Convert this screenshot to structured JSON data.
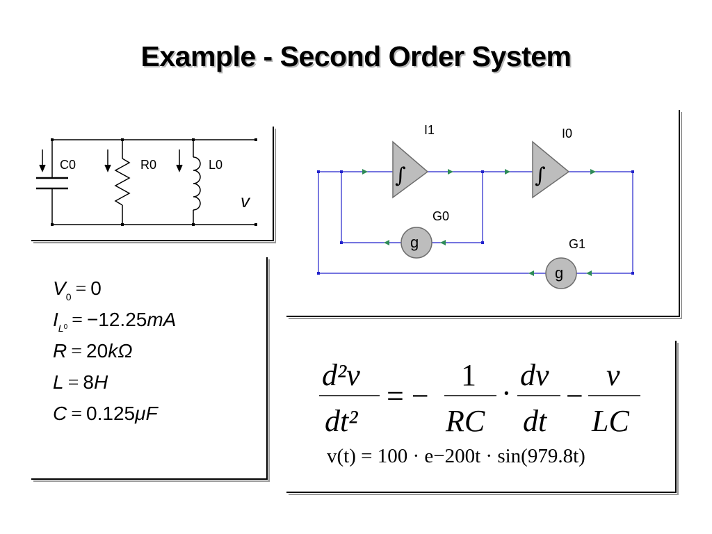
{
  "title": "Example - Second Order System",
  "circuit": {
    "labels": [
      "C0",
      "R0",
      "L0"
    ],
    "voltage_label": "v"
  },
  "block_diagram": {
    "integrators": [
      "I1",
      "I0"
    ],
    "gains": [
      {
        "name": "G0",
        "symbol": "g"
      },
      {
        "name": "G1",
        "symbol": "g"
      }
    ],
    "integral_symbol": "∫",
    "colors": {
      "wire": "#2222cc",
      "block_fill": "#bdbdbd",
      "block_stroke": "#6e6e6e",
      "port": "#2e8b57"
    }
  },
  "parameters": [
    {
      "sym": "V",
      "sub": "0",
      "value": "0",
      "unit": ""
    },
    {
      "sym": "I",
      "sub": "L",
      "subsub": "0",
      "value": "−12.25",
      "unit": "mA"
    },
    {
      "sym": "R",
      "sub": "",
      "value": "20",
      "unit": "kΩ"
    },
    {
      "sym": "L",
      "sub": "",
      "value": "8",
      "unit": "H"
    },
    {
      "sym": "C",
      "sub": "",
      "value": "0.125",
      "unit": "μF"
    }
  ],
  "equations": {
    "ode": {
      "lhs_num": "d²v",
      "lhs_den": "dt²",
      "eq": "= −",
      "t1_num": "1",
      "t1_den": "RC",
      "dot": "·",
      "t2_num": "dv",
      "t2_den": "dt",
      "minus": "−",
      "t3_num": "v",
      "t3_den": "LC"
    },
    "solution": "v(t) = 100 · e−200t · sin(979.8t)"
  }
}
